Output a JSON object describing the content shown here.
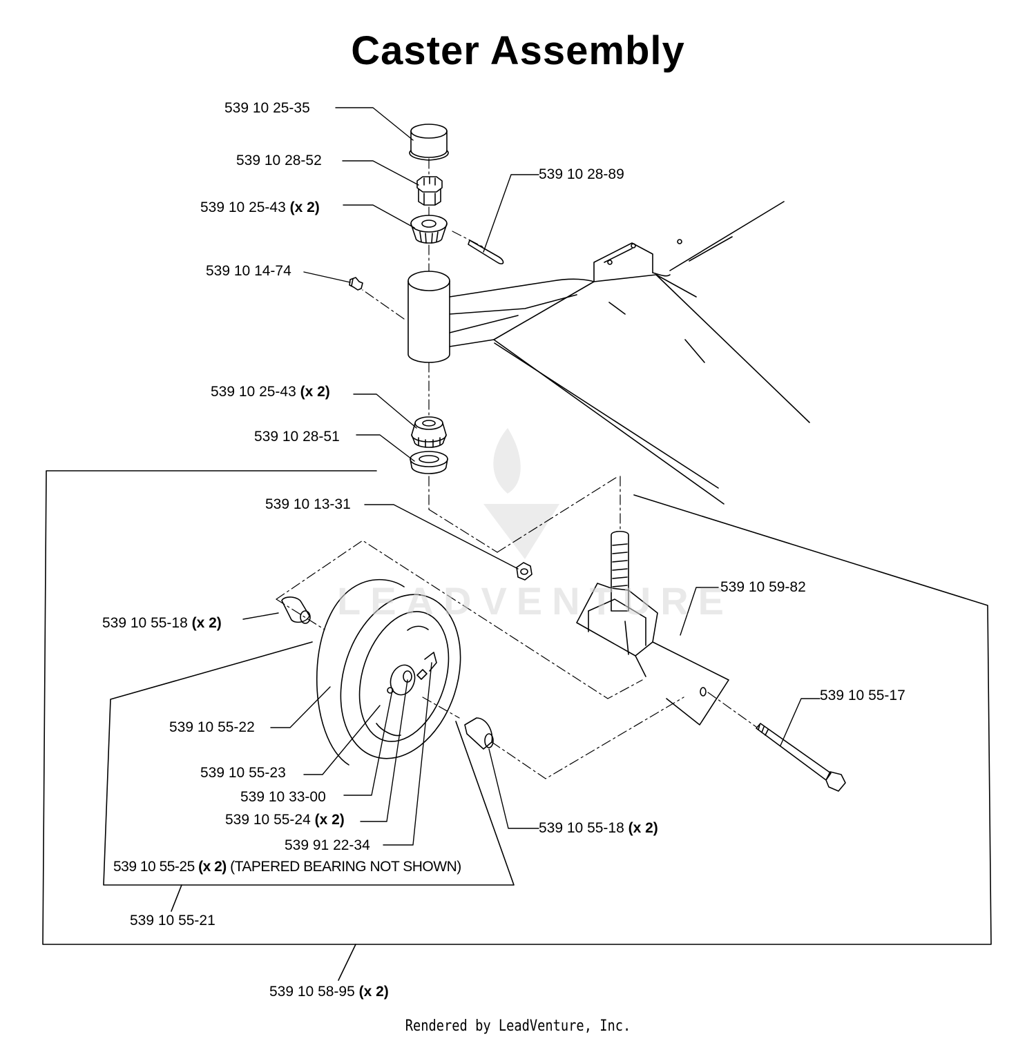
{
  "title": "Caster Assembly",
  "footer": "Rendered by LeadVenture, Inc.",
  "watermark": "LEADVENTURE",
  "colors": {
    "line": "#000000",
    "watermark": "#d8d8d8"
  },
  "callouts": {
    "c1": {
      "part": "539 10 25-35",
      "qty": ""
    },
    "c2": {
      "part": "539 10 28-52",
      "qty": ""
    },
    "c3": {
      "part": "539 10 28-89",
      "qty": ""
    },
    "c4": {
      "part": "539 10 25-43",
      "qty": "(x 2)"
    },
    "c5": {
      "part": "539 10 14-74",
      "qty": ""
    },
    "c6": {
      "part": "539 10 25-43",
      "qty": "(x 2)"
    },
    "c7": {
      "part": "539 10 28-51",
      "qty": ""
    },
    "c8": {
      "part": "539 10 13-31",
      "qty": ""
    },
    "c9": {
      "part": "539 10 59-82",
      "qty": ""
    },
    "c10": {
      "part": "539 10 55-18",
      "qty": "(x 2)"
    },
    "c11": {
      "part": "539 10 55-17",
      "qty": ""
    },
    "c12": {
      "part": "539 10 55-22",
      "qty": ""
    },
    "c13": {
      "part": "539 10 55-23",
      "qty": ""
    },
    "c14": {
      "part": "539 10 33-00",
      "qty": ""
    },
    "c15": {
      "part": "539 10 55-24",
      "qty": "(x 2)"
    },
    "c16": {
      "part": "539 10 55-18",
      "qty": "(x 2)"
    },
    "c17": {
      "part": "539 91 22-34",
      "qty": ""
    },
    "c18": {
      "part": "539 10 55-25",
      "qty": "(x 2)",
      "note": "(TAPERED BEARING NOT SHOWN)"
    },
    "c19": {
      "part": "539 10 55-21",
      "qty": ""
    },
    "c20": {
      "part": "539 10 58-95",
      "qty": "(x 2)"
    }
  }
}
